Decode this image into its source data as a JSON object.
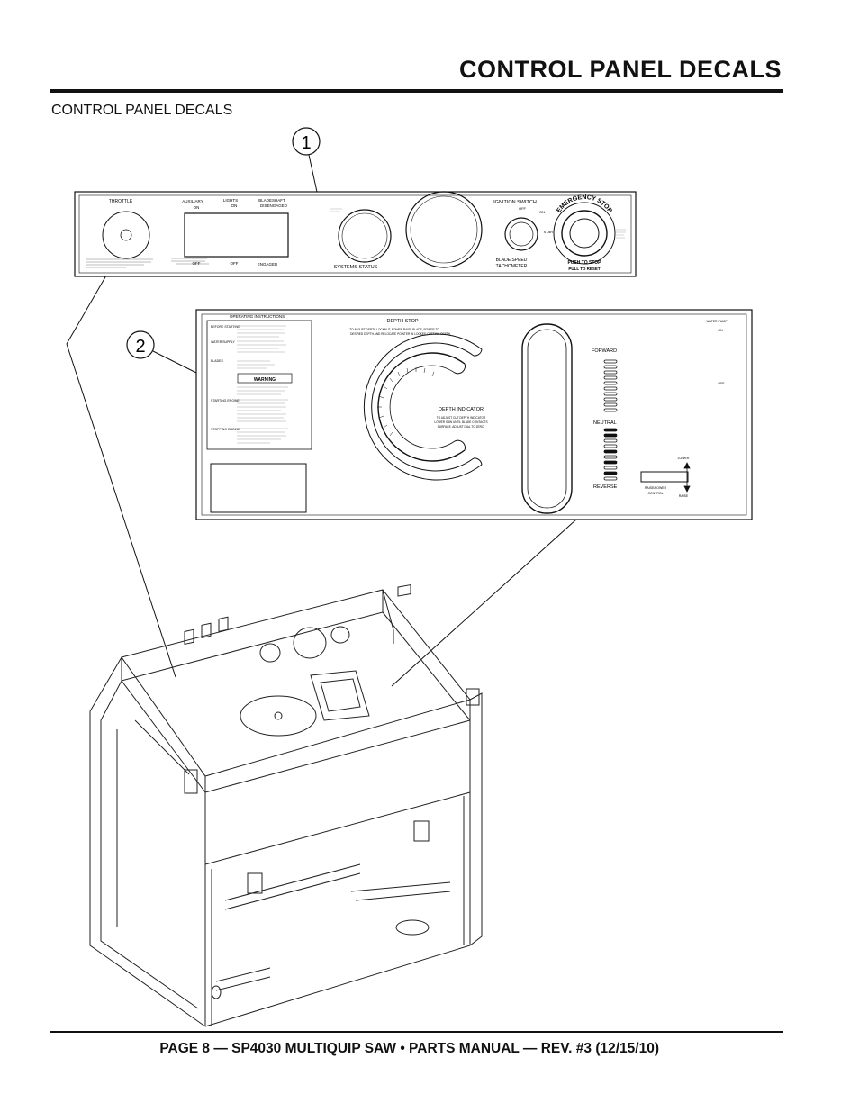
{
  "header": {
    "title": "CONTROL PANEL DECALS"
  },
  "section": {
    "title": "CONTROL PANEL DECALS"
  },
  "callouts": [
    "1",
    "2"
  ],
  "panel1": {
    "throttle": "THROTTLE",
    "auxiliary": "AUXILIARY",
    "on1": "ON",
    "lights": "LIGHTS",
    "on2": "ON",
    "bladeshaft": "BLADESHAFT",
    "disengaged": "DISENGAGED",
    "off1": "OFF",
    "off2": "OFF",
    "engaged": "ENGAGED",
    "systems_status": "SYSTEMS STATUS",
    "ignition_switch": "IGNITION SWITCH",
    "ign_off": "OFF",
    "ign_on": "ON",
    "ign_start": "START",
    "blade_speed": "BLADE SPEED",
    "tachometer": "TACHOMETER",
    "emergency_stop": "EMERGENCY STOP",
    "push_to_stop": "PUSH TO STOP",
    "pull_to_reset": "PULL TO RESET"
  },
  "panel2": {
    "operating_instructions": "OPERATING INSTRUCTIONS",
    "before_starting": "BEFORE STARTING",
    "water_supply": "WATER SUPPLY",
    "blades": "BLADES",
    "warning": "WARNING",
    "starting_engine": "STARTING ENGINE",
    "stopping_engine": "STOPPING ENGINE",
    "depth_stop": "DEPTH STOP",
    "depth_stop_text1": "TO ADJUST DEPTH LOCKNUT, POWER RAISE BLADE, POWER TO",
    "depth_stop_text2": "DESIRED DEPTH AND RELOCATE POINTER IN LOCKED CUTTING DEPTH.",
    "depth_indicator": "DEPTH INDICATOR",
    "depth_ind_text1": "TO ADJUST CUT DEPTH INDICATOR",
    "depth_ind_text2": "LOWER SAW UNTIL BLADE CONTACTS",
    "depth_ind_text3": "SURFACE. ADJUST DIAL TO ZERO.",
    "forward": "FORWARD",
    "neutral": "NEUTRAL",
    "reverse": "REVERSE",
    "water_pump": "WATER PUMP",
    "wp_on": "ON",
    "wp_off": "OFF",
    "lower": "LOWER",
    "raise": "RAISE",
    "raise_lower": "RAISE/LOWER",
    "control": "CONTROL"
  },
  "footer": {
    "text": "PAGE 8 — SP4030 MULTIQUIP SAW • PARTS MANUAL — REV. #3 (12/15/10)"
  }
}
